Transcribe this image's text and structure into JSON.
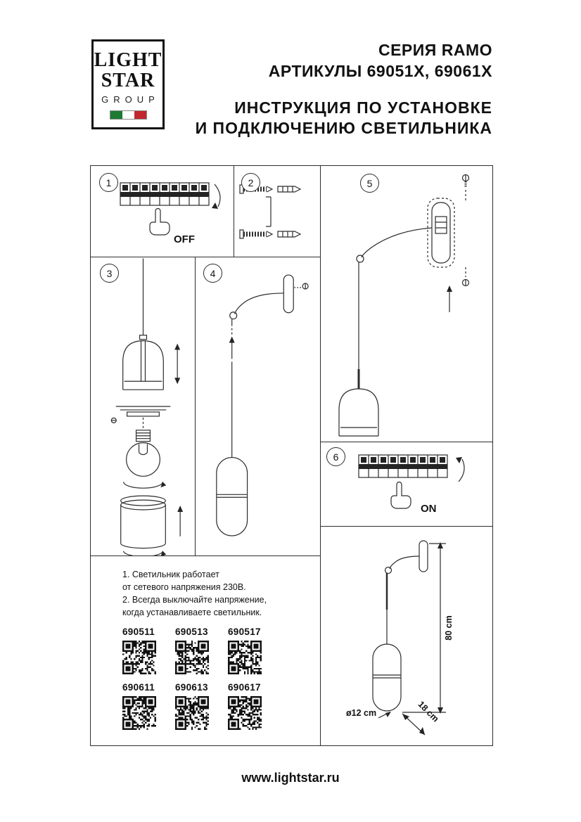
{
  "logo": {
    "line1": "LIGHT",
    "line2": "STAR",
    "line3": "GROUP"
  },
  "header": {
    "series": "СЕРИЯ RAMO",
    "articles": "АРТИКУЛЫ 69051X, 69061X",
    "instruction1": "ИНСТРУКЦИЯ ПО УСТАНОВКЕ",
    "instruction2": "И ПОДКЛЮЧЕНИЮ СВЕТИЛЬНИКА"
  },
  "steps": {
    "s1": {
      "num": "1",
      "switch_label": "OFF"
    },
    "s2": {
      "num": "2"
    },
    "s3": {
      "num": "3"
    },
    "s4": {
      "num": "4"
    },
    "s5": {
      "num": "5"
    },
    "s6": {
      "num": "6",
      "switch_label": "ON"
    }
  },
  "notes": {
    "line1": "1. Светильник работает",
    "line2": "от сетевого напряжения 230В.",
    "line3": "2. Всегда выключайте напряжение,",
    "line4": "когда устанавливаете светильник."
  },
  "articles": {
    "row1": [
      "690511",
      "690513",
      "690517"
    ],
    "row2": [
      "690611",
      "690613",
      "690617"
    ]
  },
  "dimensions": {
    "height": "80 cm",
    "depth": "18 cm",
    "diameter": "ø12 cm"
  },
  "footer": {
    "url": "www.lightstar.ru"
  }
}
